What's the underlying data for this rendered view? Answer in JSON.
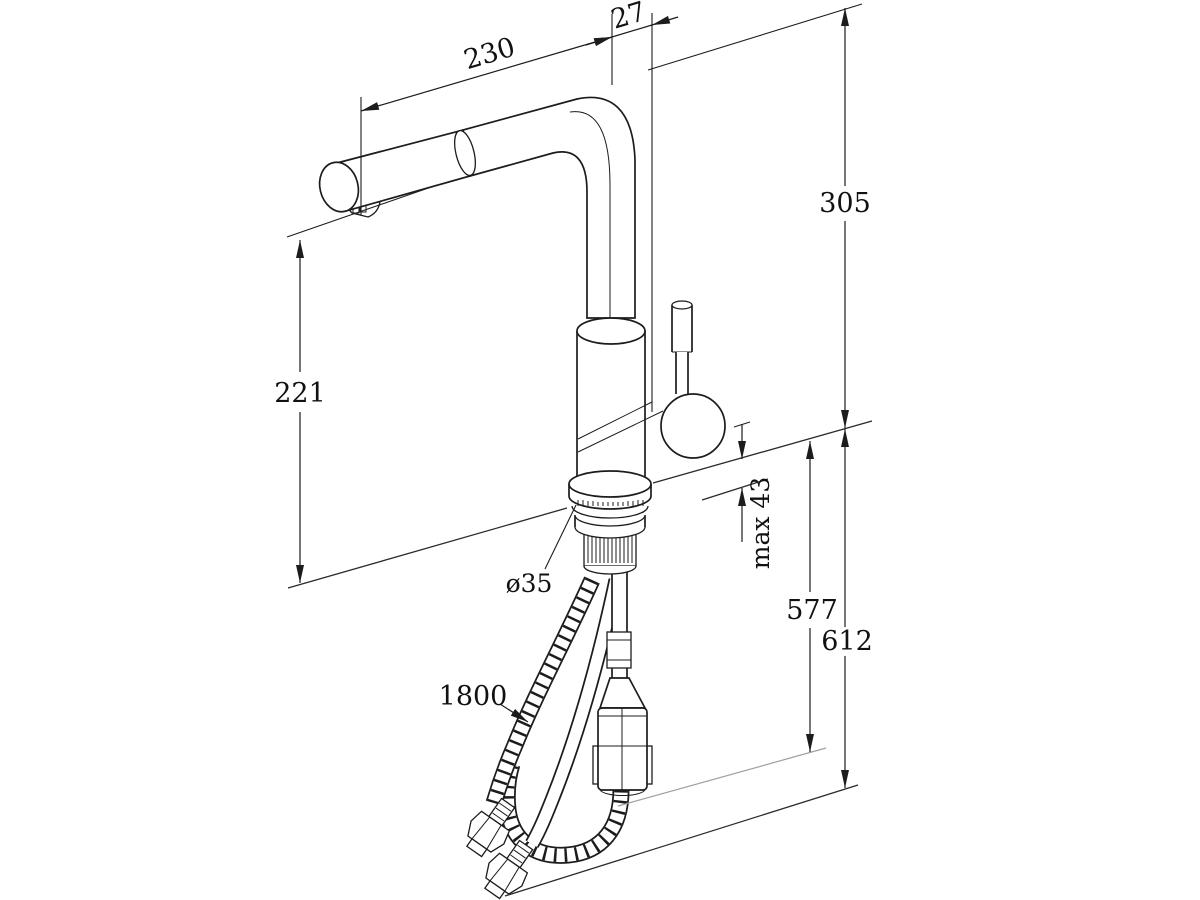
{
  "drawing": {
    "type": "faucet-installation-technical-drawing",
    "background": "#ffffff",
    "line_color": "#1c1c1c",
    "light_line_color": "#a0a0a0"
  },
  "dims": {
    "spout_reach": "230",
    "spout_offset": "27",
    "height_above_deck": "305",
    "outlet_height": "221",
    "deck_thickness_max": "max 43",
    "depth_to_hose_level": "577",
    "total_depth_below_deck": "612",
    "mounting_hole_diameter": "ø35",
    "hose_length": "1800"
  }
}
